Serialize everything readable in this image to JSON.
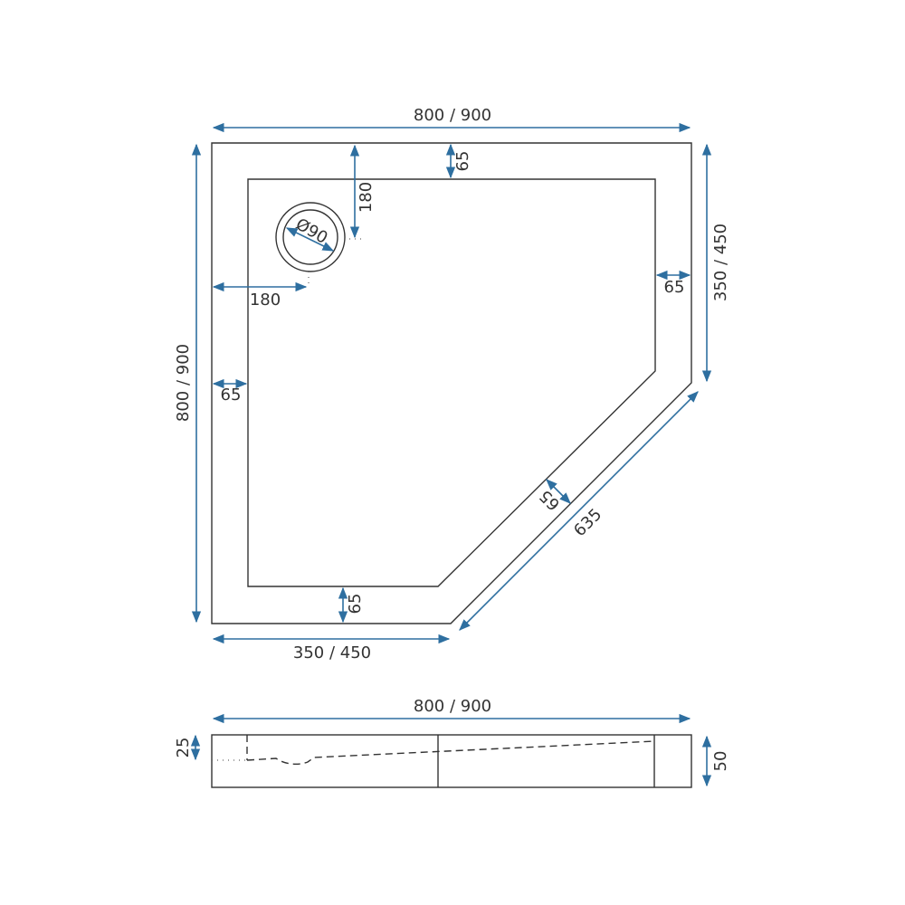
{
  "colors": {
    "dimension": "#2e6fa0",
    "outline": "#333333"
  },
  "plan_view": {
    "width_total": "800 / 900",
    "depth_total": "800 / 900",
    "right_side": "350 / 450",
    "bottom_side": "350 / 450",
    "diagonal": "635",
    "rim_top": "65",
    "rim_right": "65",
    "rim_left": "65",
    "rim_bottom": "65",
    "rim_diagonal": "65",
    "drain_offset_top": "180",
    "drain_offset_left": "180",
    "drain_diameter": "Ø90"
  },
  "side_view": {
    "width_total": "800 / 900",
    "height_drain": "25",
    "height_total": "50"
  }
}
